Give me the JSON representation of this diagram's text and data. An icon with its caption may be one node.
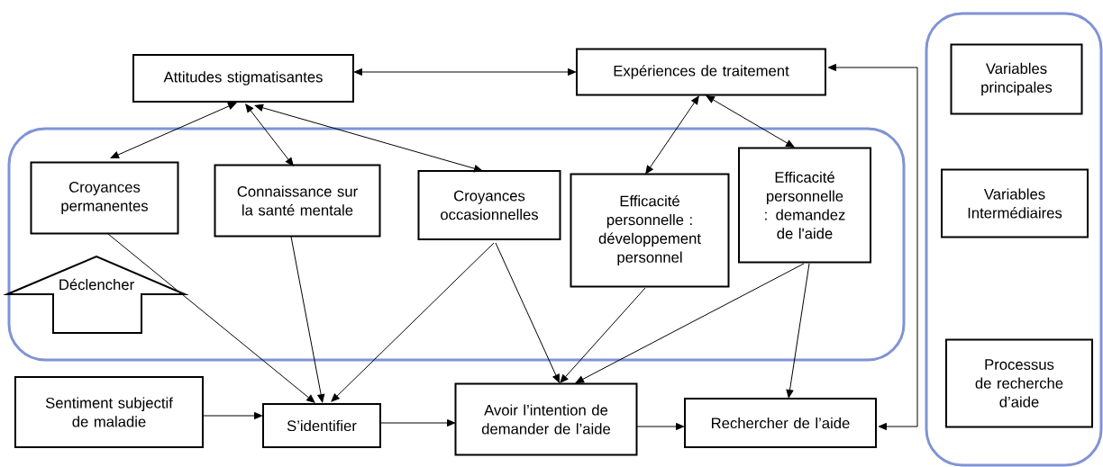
{
  "diagram": {
    "nodes": [
      {
        "text": [
          "Attitudes stigmatisantes"
        ]
      },
      {
        "text": [
          "Expériences de traitement"
        ]
      },
      {
        "text": [],
        "shape": "box"
      },
      {
        "text": [
          "Croyances permanentes"
        ],
        "in": 2
      },
      {
        "text": [
          "Connaissance sur la santé mentale"
        ],
        "in": 2
      },
      {
        "text": [
          "Croyances occasionnelles"
        ],
        "in": 2
      },
      {
        "text": [
          "Efficacité personnelle : développement personnel"
        ],
        "in": 2
      },
      {
        "text": [
          "Efficacité personnelle : demandez de l'aide"
        ],
        "in": 2
      },
      {
        "text": [
          "Déclencher"
        ],
        "in": 2
      },
      {
        "text": [
          "Sentiment subjectif de maladie"
        ]
      },
      {
        "text": [
          "S’identifier"
        ]
      },
      {
        "text": [
          "Avoir l’intention de demander de l’aide"
        ]
      },
      {
        "text": [
          "Rechercher de l’aide"
        ]
      },
      {
        "text": [],
        "shape": "box"
      },
      {
        "text": [
          "Variables principales"
        ],
        "in": 13
      },
      {
        "text": [
          "Variables Intermédiaires"
        ],
        "in": 13
      },
      {
        "text": [
          "Processus de recherche d’aide"
        ],
        "in": 13
      }
    ],
    "edges": [
      {
        "from": 0,
        "to": 1,
        "arrow": "both"
      },
      {
        "from": 0,
        "to": 3,
        "arrow": "both"
      },
      {
        "from": 0,
        "to": 4,
        "arrow": "both"
      },
      {
        "from": 0,
        "to": 5,
        "arrow": "both"
      },
      {
        "from": 1,
        "to": 6,
        "arrow": "both"
      },
      {
        "from": 1,
        "to": 7,
        "arrow": "both"
      },
      {
        "from": 3,
        "to": 10,
        "arrow": "to"
      },
      {
        "from": 4,
        "to": 10,
        "arrow": "to"
      },
      {
        "from": 5,
        "to": 10,
        "arrow": "to"
      },
      {
        "from": 5,
        "to": 11,
        "arrow": "to"
      },
      {
        "from": 6,
        "to": 11,
        "arrow": "to"
      },
      {
        "from": 7,
        "to": 11,
        "arrow": "to"
      },
      {
        "from": 7,
        "to": 12,
        "arrow": "to"
      },
      {
        "from": 9,
        "to": 10,
        "arrow": "to"
      },
      {
        "from": 10,
        "to": 11,
        "arrow": "to"
      },
      {
        "from": 11,
        "to": 12,
        "arrow": "to"
      },
      {
        "from": 12,
        "to": 1,
        "arrow": "both"
      }
    ]
  }
}
